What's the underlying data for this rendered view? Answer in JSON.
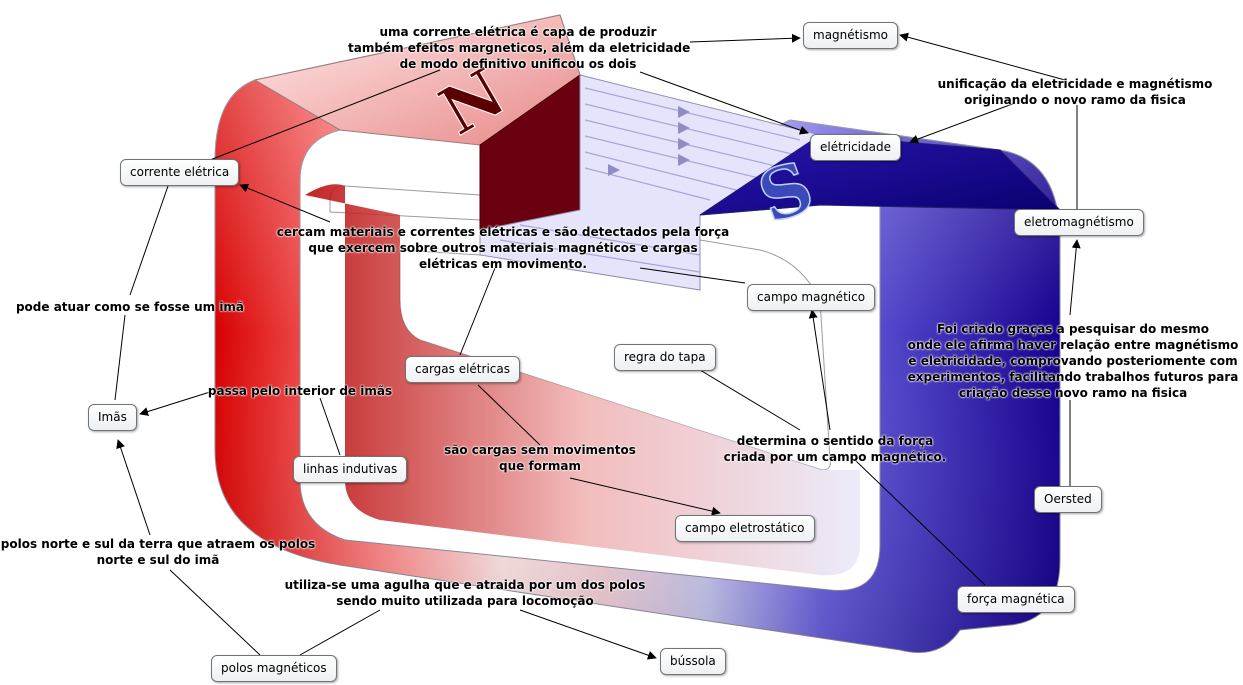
{
  "nodes": {
    "magnetismo": "magnétismo",
    "eletricidade": "elétricidade",
    "corrente_eletrica": "corrente elétrica",
    "eletromagnetismo": "eletromagnétismo",
    "campo_magnetico": "campo magnético",
    "regra_do_tapa": "regra do tapa",
    "cargas_eletricas": "cargas elétricas",
    "imas": "Imãs",
    "linhas_indutivas": "linhas indutivas",
    "campo_eletrostatico": "campo eletrostático",
    "oersted": "Oersted",
    "forca_magnetica": "força magnética",
    "polos_magneticos": "polos magnéticos",
    "bussola": "bússola"
  },
  "links": {
    "corrente_capaz": [
      "uma corrente elétrica é capa de produzir",
      "também efeitos margneticos, além da eletricidade",
      "de modo definitivo unificou os dois"
    ],
    "unificacao": [
      "unificação da eletricidade e magnétismo",
      "originando o novo ramo da fisica"
    ],
    "cercam": [
      "cercam materiais e correntes elétricas e são detectados pela força",
      "que exercem sobre outros materiais magnéticos e cargas",
      "elétricas em movimento."
    ],
    "pode_atuar": [
      "pode atuar como se fosse um imã"
    ],
    "foi_criado": [
      "Foi criado graças a pesquisar do mesmo",
      "onde ele afirma haver relação entre magnétismo",
      "e eletricidade, comprovando posteriomente com",
      "experimentos, facilitando trabalhos futuros para",
      "criação desse novo ramo na fisica"
    ],
    "passa_pelo": [
      "passa pelo interior de imãs"
    ],
    "determina": [
      "determina o sentido da força",
      "criada por um campo magnético."
    ],
    "sao_cargas": [
      "são cargas sem movimentos",
      "que formam"
    ],
    "polos_terra": [
      "polos norte e sul da terra que atraem os polos",
      "norte e sul do imã"
    ],
    "utiliza": [
      "utiliza-se uma agulha que e atraida por um dos polos",
      "sendo muito utilizada para locomoção"
    ]
  },
  "magnet": {
    "north_letter": "N",
    "south_letter": "S",
    "north_color": "#c40000",
    "south_color": "#10009e",
    "field_color": "#b7b3ee"
  },
  "icons": [
    "magnet-illustration",
    "arrowhead-icon"
  ]
}
